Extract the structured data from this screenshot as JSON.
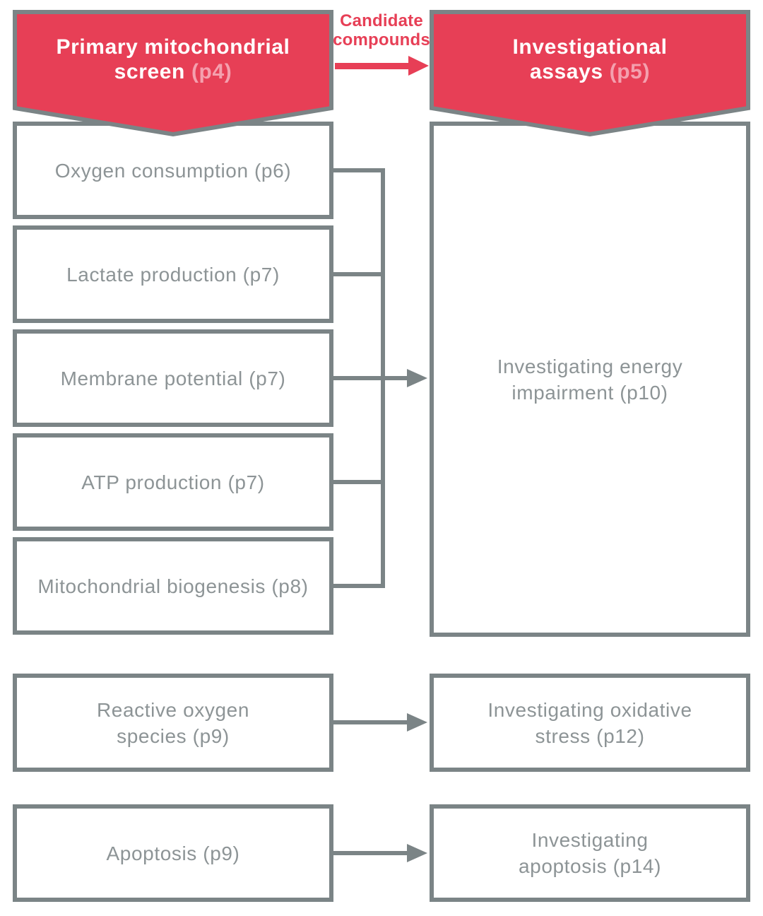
{
  "colors": {
    "red": "#e73f56",
    "pink": "#f4a0ae",
    "border": "#7b8486",
    "text": "#8d9496"
  },
  "left_banner": {
    "line1": "Primary mitochondrial",
    "line2": "screen",
    "page": "(p4)"
  },
  "right_banner": {
    "line1": "Investigational",
    "line2": "assays",
    "page": "(p5)"
  },
  "flow_label": {
    "line1": "Candidate",
    "line2": "compounds"
  },
  "screen_boxes": [
    {
      "lines": [
        "Oxygen consumption (p6)"
      ]
    },
    {
      "lines": [
        "Lactate production (p7)"
      ]
    },
    {
      "lines": [
        "Membrane potential (p7)"
      ]
    },
    {
      "lines": [
        "ATP production (p7)"
      ]
    },
    {
      "lines": [
        "Mitochondrial biogenesis (p8)"
      ]
    }
  ],
  "ros_box": {
    "lines": [
      "Reactive oxygen",
      "species (p9)"
    ]
  },
  "apoptosis_box": {
    "lines": [
      "Apoptosis (p9)"
    ]
  },
  "energy_assay_box": {
    "lines": [
      "Investigating energy",
      "impairment (p10)"
    ]
  },
  "oxidative_assay_box": {
    "lines": [
      "Investigating oxidative",
      "stress (p12)"
    ]
  },
  "apoptosis_assay_box": {
    "lines": [
      "Investigating",
      "apoptosis (p14)"
    ]
  }
}
